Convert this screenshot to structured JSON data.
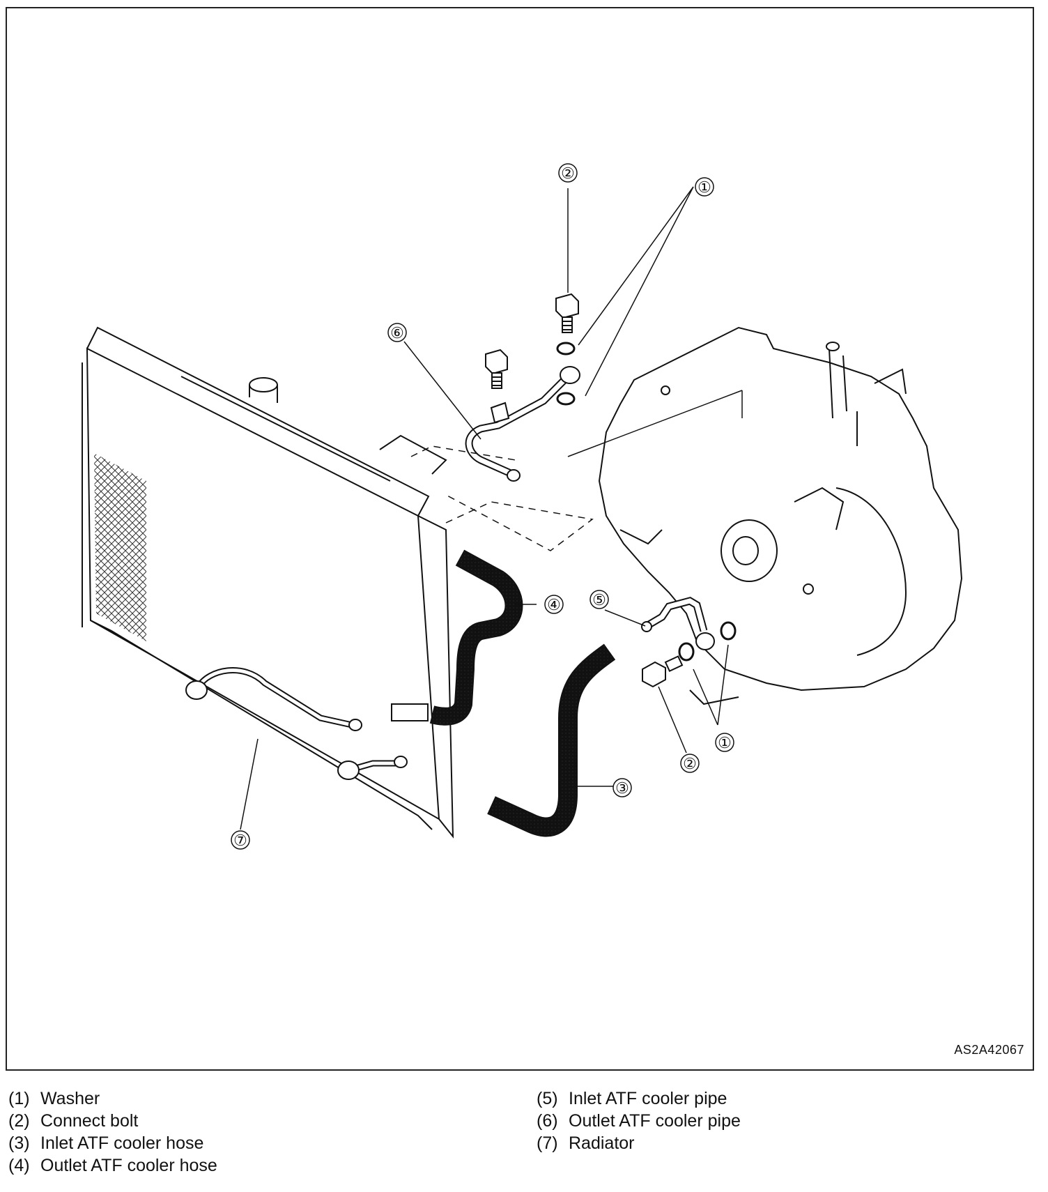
{
  "figure_code": "AS2A42067",
  "callouts": [
    "①",
    "②",
    "③",
    "④",
    "⑤",
    "⑥",
    "⑦"
  ],
  "legend_left": [
    {
      "num": "(1)",
      "text": "Washer"
    },
    {
      "num": "(2)",
      "text": "Connect bolt"
    },
    {
      "num": "(3)",
      "text": "Inlet ATF cooler hose"
    },
    {
      "num": "(4)",
      "text": "Outlet ATF cooler hose"
    }
  ],
  "legend_right": [
    {
      "num": "(5)",
      "text": "Inlet ATF cooler pipe"
    },
    {
      "num": "(6)",
      "text": "Outlet ATF cooler pipe"
    },
    {
      "num": "(7)",
      "text": "Radiator"
    }
  ]
}
